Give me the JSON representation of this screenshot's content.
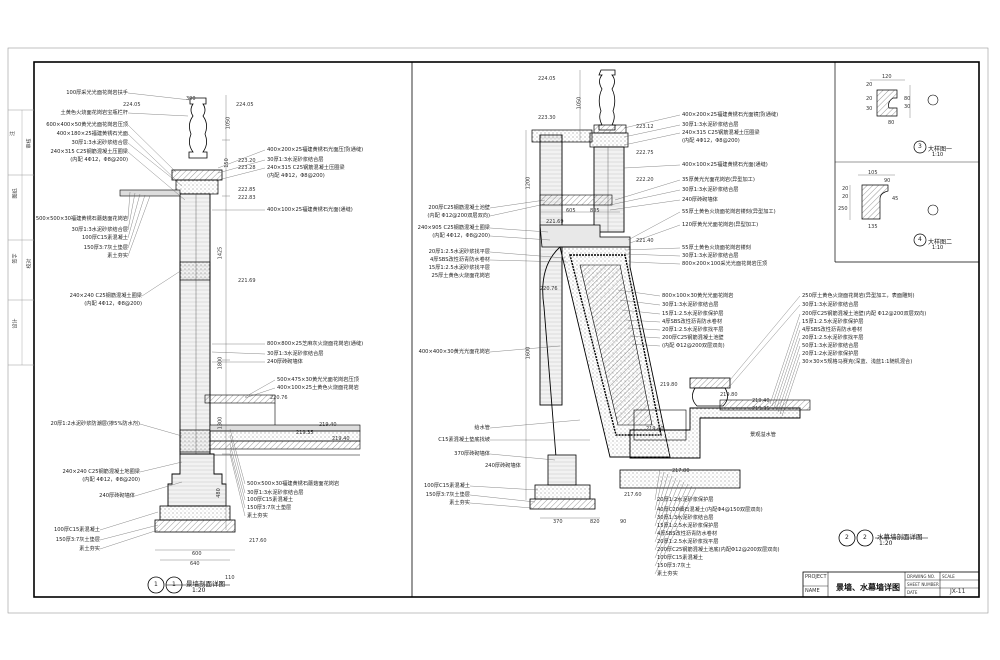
{
  "left_notes": [
    "100厚采光光面花岗岩扶手",
    "土黄色火烧面花岗岩宝瓶栏杆",
    "600×400×50黄光光面花岗岩压顶",
    "400×180×25福建黄锈石光面",
    "30厚1:3水泥砂浆结合层",
    "240×315 C25钢筋混凝土压圈梁",
    "(内配 4Φ12，Φ8@200)",
    "500×500×30福建黄锈石蘑菇面花岗岩",
    "30厚1:3水泥砂浆结合层",
    "100厚C15素混凝土",
    "150厚3:7灰土垫层",
    "素土夯实",
    "240×240 C25钢筋混凝土圈梁",
    "(内配 4Φ12，Φ8@200)",
    "20厚1:2水泥砂浆防潮层(掺5%防水剂)",
    "240×240 C25钢筋混凝土地圈梁",
    "(内配 4Φ12，Φ8@200)",
    "240厚砖砌墙体",
    "100厚C15素混凝土",
    "150厚3:7灰土垫层",
    "素土夯实"
  ],
  "left_mid_notes": [
    "400×200×25福建黄锈石光面压顶(通缝)",
    "30厚1:3水泥砂浆结合层",
    "240×315 C25钢筋混凝土压圈梁",
    "(内配 4Φ12，Φ8@200)",
    "400×100×25福建黄锈石光面(通缝)",
    "800×800×25芝麻灰火烧面花岗岩(通缝)",
    "30厚1:3水泥砂浆结合层",
    "240厚砖砌墙体",
    "500×475×30黄光光面花岗岩压顶",
    "400×100×25土黄色火烧面花岗岩",
    "500×500×30福建黄锈石蘑菇面花岗岩",
    "30厚1:3水泥砂浆结合层",
    "100厚C15素混凝土",
    "150厚3:7灰土垫层",
    "素土夯实"
  ],
  "right_left_notes": [
    "200厚C25钢筋混凝土池壁",
    "(内配 Φ12@200双层双向)",
    "240×905 C25钢筋混凝土圈梁",
    "(内配 4Φ12，Φ8@200)",
    "20厚1:2.5水泥砂浆找平层",
    "4厚SBS改性沥青防水卷材",
    "15厚1:2.5水泥砂浆找平层",
    "25厚土黄色火烧面花岗岩",
    "400×400×30黄光光面花岗岩",
    "给水管",
    "C15素混凝土垫底找坡",
    "370厚砖砌墙体",
    "100厚C15素混凝土",
    "150厚3:7灰土垫层",
    "素土夯实"
  ],
  "right_mid_notes": [
    "400×200×25福建黄锈石光面镜顶(通缝)",
    "30厚1:3水泥砂浆结合层",
    "240×315 C25钢筋混凝土压圈梁",
    "(内配 4Φ12，Φ8@200)",
    "400×100×25福建黄锈石光面(通缝)",
    "35厚黄光光面花岗岩(异型加工)",
    "30厚1:3水泥砂浆结合层",
    "240厚砖砌墙体",
    "55厚土黄色火烧面花岗岩镂刻(异型加工)",
    "120厚黄光光面花岗岩(异型加工)",
    "55厚土黄色火烧面花岗岩镂刻",
    "30厚1:3水泥砂浆结合层",
    "800×200×100采光光面花岗岩压顶",
    "800×100×30黄光光面花岗岩",
    "30厚1:3水泥砂浆结合层",
    "15厚1:2.5水泥砂浆保护层",
    "4厚SBS改性沥青防水卷材",
    "20厚1:2.5水泥砂浆找平层",
    "200厚C25钢筋混凝土池壁",
    "(内配 Φ12@200双层双向)"
  ],
  "right_right_notes": [
    "250厚土黄色火烧面花岗岩(异型加工，表面雕刻)",
    "30厚1:3水泥砂浆结合层",
    "200厚C25钢筋混凝土池壁(内配 Φ12@200双层双向)",
    "15厚1:2.5水泥砂浆保护层",
    "4厚SBS改性沥青防水卷材",
    "20厚1:2.5水泥砂浆找平层",
    "50厚1:3水泥砂浆结合层",
    "20厚1:2水泥砂浆保护层",
    "30×30×5规格马赛克(深蓝、浅蓝1:1随机混合)"
  ],
  "right_bottom_notes": [
    "20厚1:2水泥砂浆保护层",
    "40厚C20细石混凝土(内配Φ4@150双层双向)",
    "30厚1:3水泥砂浆结合层",
    "15厚1:2.5水泥砂浆保护层",
    "4厚SBS改性沥青防水卷材",
    "20厚1:2.5水泥砂浆找平层",
    "200厚C25钢筋混凝土池底(内配Φ12@200双层双向)",
    "100厚C15素混凝土",
    "150厚3:7灰土",
    "素土夯实"
  ],
  "other_labels": {
    "drain": "景观溢水管",
    "n2": "240厚砖砌墙体"
  },
  "left_elevations": [
    "224.05",
    "224.05",
    "223.20",
    "223.28",
    "222.85",
    "222.83",
    "221.69",
    "220.76",
    "219.40",
    "217.60",
    "219.40",
    "219.35"
  ],
  "right_elevations": [
    "224.05",
    "223.30",
    "223.12",
    "222.75",
    "222.20",
    "221.69",
    "221.40",
    "220.76",
    "219.80",
    "219.80",
    "219.40",
    "219.35",
    "217.80",
    "219.40",
    "217.60"
  ],
  "left_dims": [
    "300",
    "1050",
    "150",
    "1425",
    "1800",
    "1300",
    "480",
    "600",
    "640",
    "110"
  ],
  "right_dims": [
    "1050",
    "605",
    "1200",
    "805",
    "1600",
    "370",
    "820",
    "90"
  ],
  "detail1": {
    "title": "大样图一",
    "scale": "1:10",
    "dims": [
      "120",
      "20",
      "80",
      "30",
      "20",
      "30",
      "80"
    ]
  },
  "detail2": {
    "title": "大样图二",
    "scale": "1:10",
    "dims": [
      "105",
      "90",
      "20",
      "20",
      "250",
      "135",
      "45"
    ]
  },
  "left_title": {
    "title": "景墙剖面详图",
    "scale": "1:20"
  },
  "right_title": {
    "title": "水幕墙剖面详图",
    "scale": "1:20"
  },
  "symbols": {
    "left_top": "1",
    "left_bot": "1",
    "right_top": "2",
    "right_bot": "2",
    "d1_top": "3",
    "d2_top": "4"
  },
  "titleblock": {
    "drawing_title": "景墙、水幕墙详图",
    "sheet_no": "JX-11",
    "project": "PROJECT",
    "sub": "NAME",
    "drawing_label": "DRAWING NO.",
    "sheet_label": "SHEET NUMBER",
    "date_label": "DATE",
    "scale_label": "SCALE"
  },
  "margin_marks": [
    "注",
    "图纸",
    "签字",
    "设计",
    "审核",
    "校对"
  ]
}
